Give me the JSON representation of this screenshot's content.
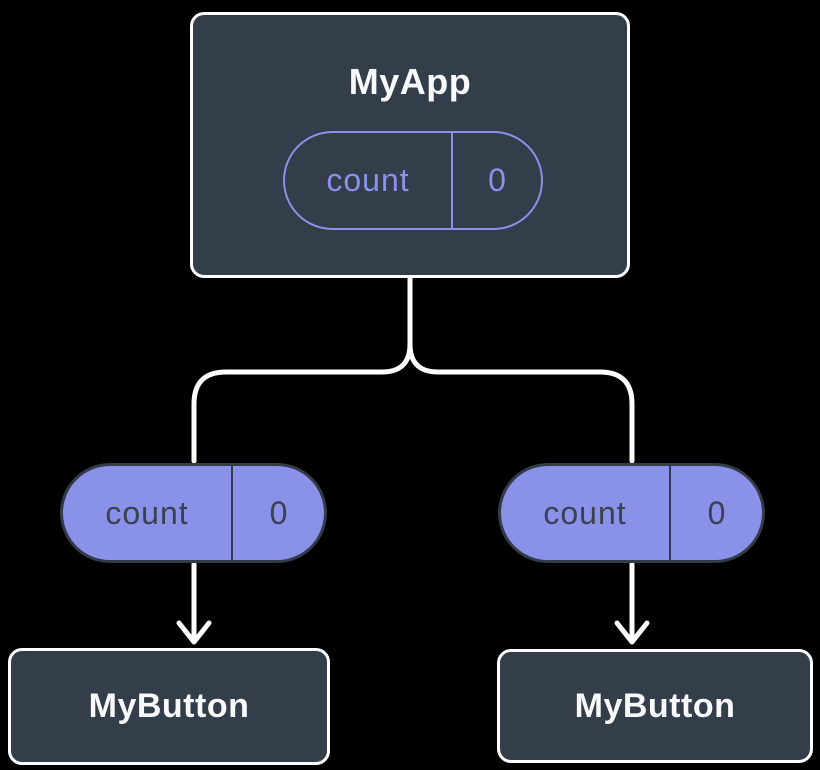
{
  "diagram": {
    "description": "component-state-tree",
    "colors": {
      "background": "#000000",
      "component_box_fill": "#343d4a",
      "component_box_border": "#ffffff",
      "component_title_text": "#f7f9fa",
      "accent_purple": "#8a91e8",
      "pill_dark_text": "#3a4150",
      "connector_line": "#ffffff"
    },
    "root": {
      "title": "MyApp",
      "state": {
        "label": "count",
        "value": "0"
      }
    },
    "children": [
      {
        "title": "MyButton",
        "state": {
          "label": "count",
          "value": "0"
        }
      },
      {
        "title": "MyButton",
        "state": {
          "label": "count",
          "value": "0"
        }
      }
    ]
  }
}
